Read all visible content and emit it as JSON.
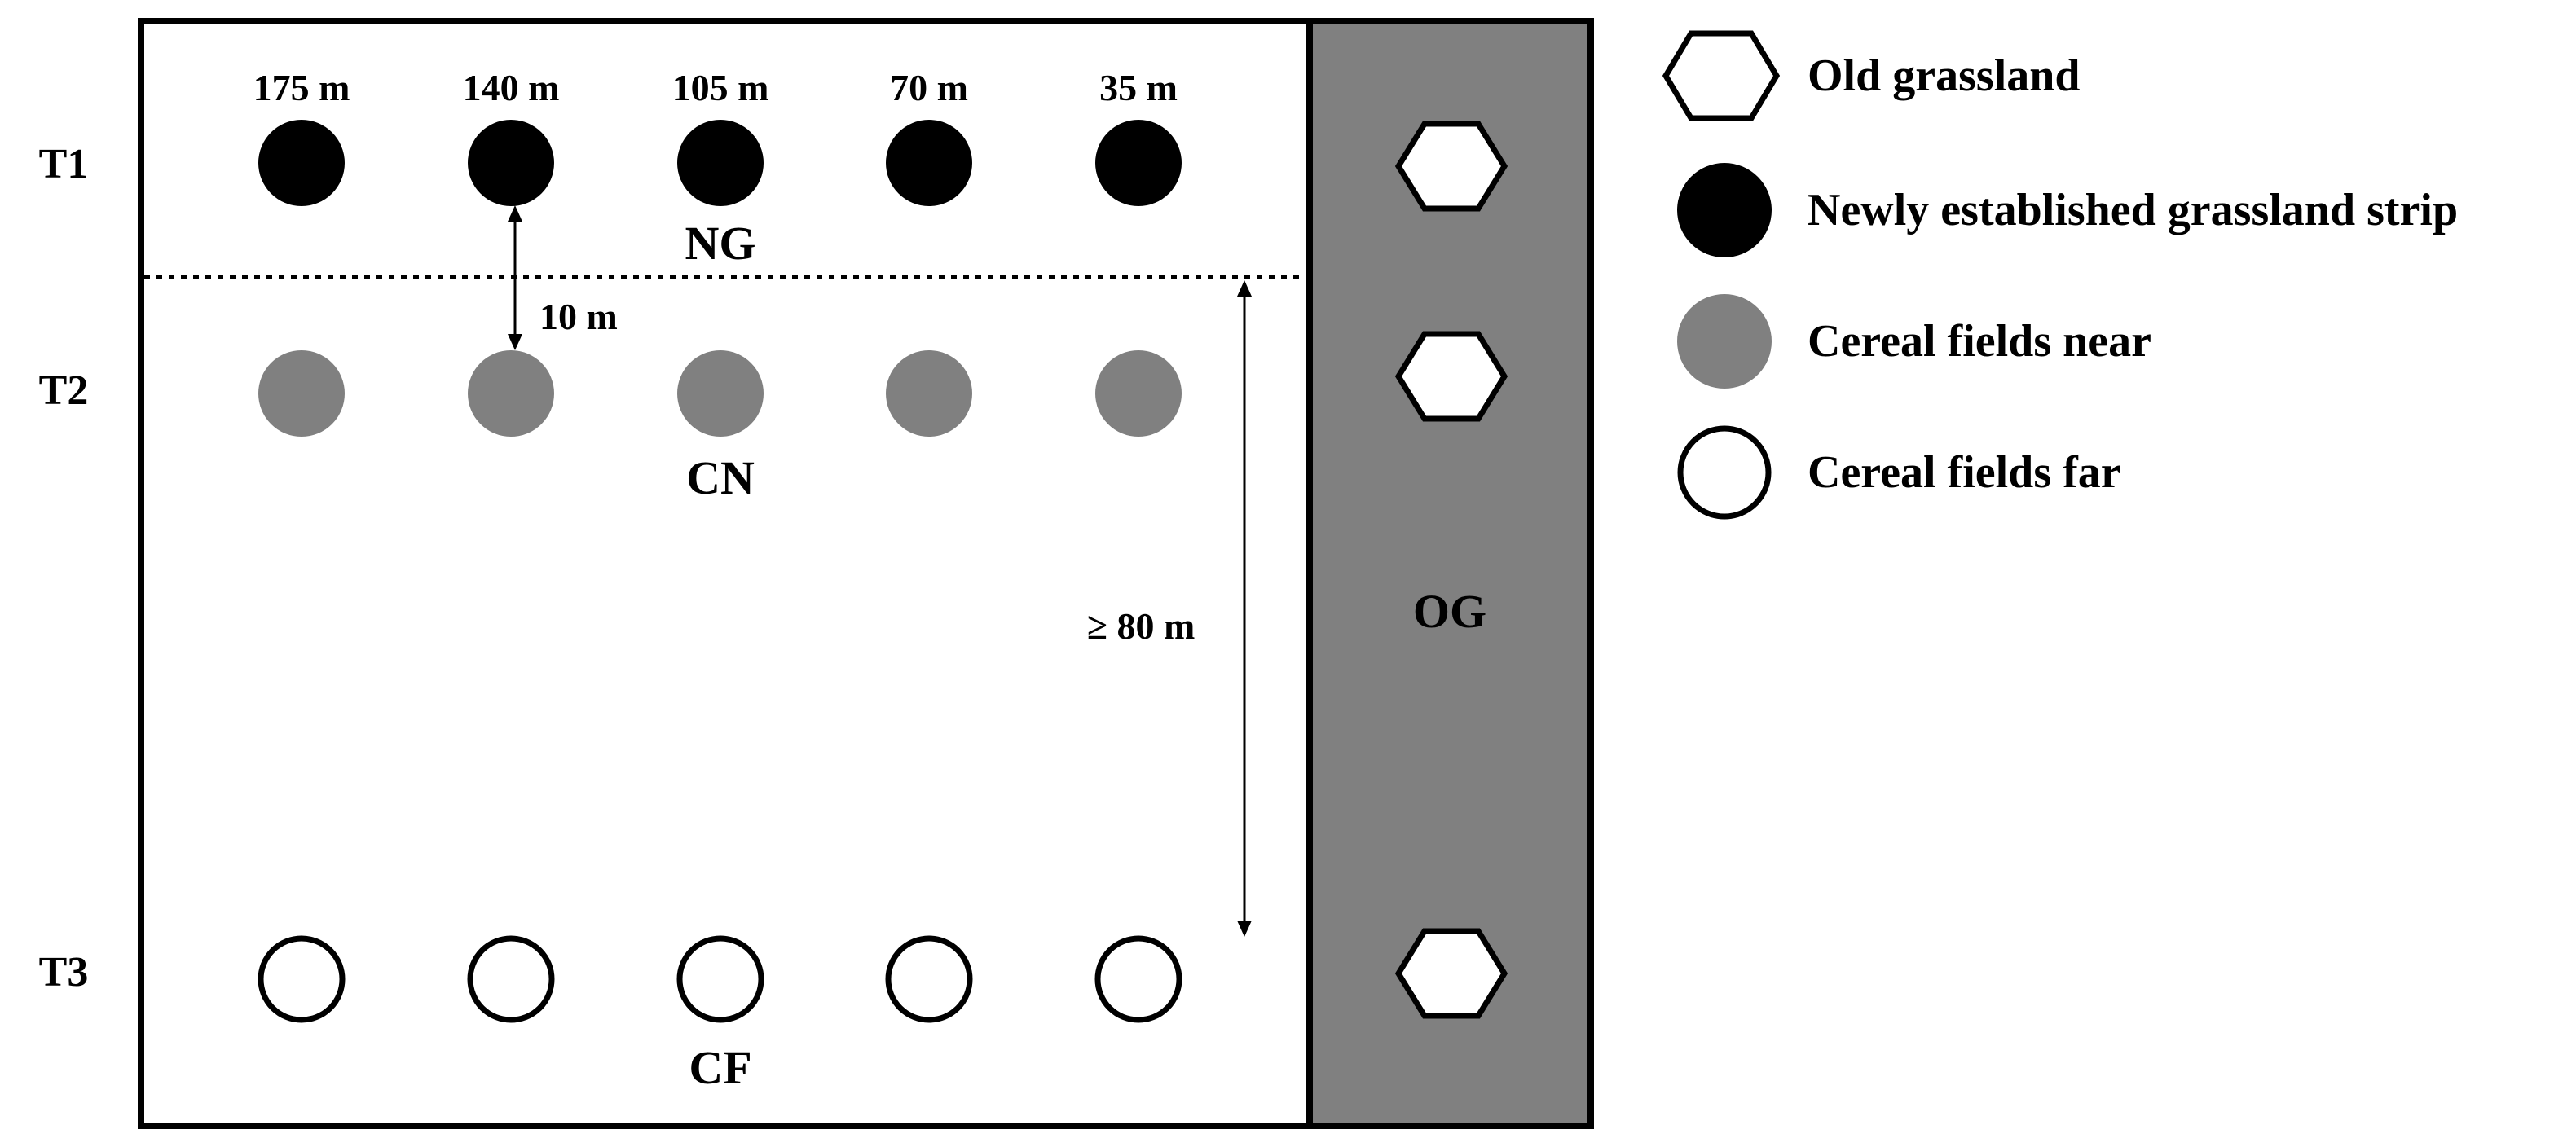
{
  "colors": {
    "newly_established": "#000000",
    "cereal_near": "#808080",
    "cereal_far": "#ffffff",
    "old_grassland_strip": "#808080",
    "outline": "#000000",
    "background": "#ffffff"
  },
  "distances": [
    "175 m",
    "140 m",
    "105 m",
    "70 m",
    "35 m"
  ],
  "rows": {
    "t1": "T1",
    "t2": "T2",
    "t3": "T3"
  },
  "zones": {
    "ng": "NG",
    "cn": "CN",
    "cf": "CF",
    "og": "OG"
  },
  "measurements": {
    "spacing": "10 m",
    "min_distance": "≥ 80 m"
  },
  "legend": [
    {
      "shape": "hexagon-icon",
      "label": "Old grassland"
    },
    {
      "shape": "black-circle-icon",
      "label": "Newly established grassland strip"
    },
    {
      "shape": "gray-circle-icon",
      "label": "Cereal fields near"
    },
    {
      "shape": "white-circle-icon",
      "label": "Cereal fields far"
    }
  ]
}
